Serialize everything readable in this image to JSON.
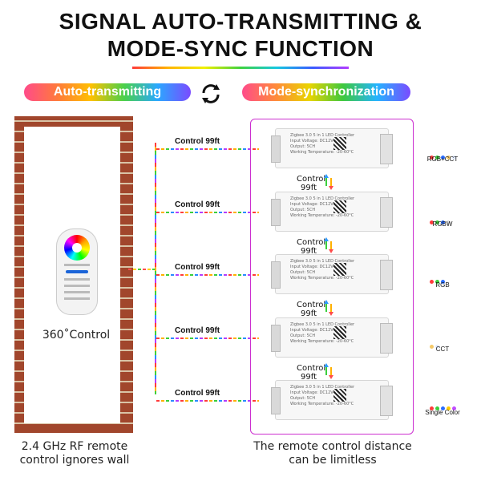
{
  "title": {
    "line1": "SIGNAL AUTO-TRANSMITTING &",
    "line2": "MODE-SYNC FUNCTION"
  },
  "pills": {
    "left": "Auto-transmitting",
    "right": "Mode-synchronization"
  },
  "remote_caption": "360˚Control",
  "left_caption": {
    "line1": "2.4 GHz RF remote",
    "line2": "control ignores wall"
  },
  "right_caption": {
    "line1": "The remote control distance",
    "line2": "can be limitless"
  },
  "control_labels": [
    "Control 99ft",
    "Control 99ft",
    "Control 99ft",
    "Control 99ft",
    "Control 99ft"
  ],
  "between_labels": [
    {
      "line1": "Control",
      "line2": "99ft"
    },
    {
      "line1": "Control",
      "line2": "99ft"
    },
    {
      "line1": "Control",
      "line2": "99ft"
    },
    {
      "line1": "Control",
      "line2": "99ft"
    }
  ],
  "device_text": [
    "Zigbee 3.0 5 in 1 LED Controller",
    "Input Voltage: DC12V-24V",
    "Output: 5CH",
    "Working Temperature: -20-60°C"
  ],
  "modes": [
    "RGB+CCT",
    "RGBW",
    "RGB",
    "CCT",
    "Single Color"
  ],
  "colors": {
    "accent": "#cc2fd0",
    "brick": "#a1462c",
    "mortar": "#d9c3a6"
  }
}
